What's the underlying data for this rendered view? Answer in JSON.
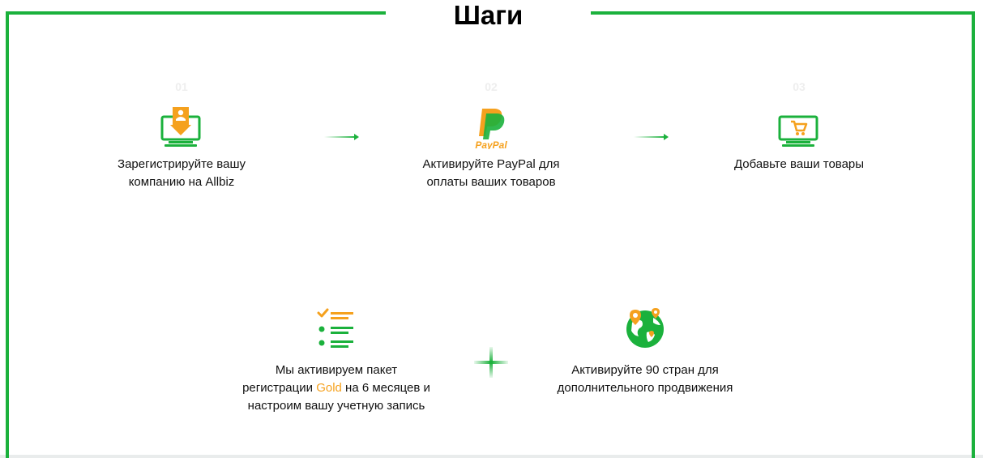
{
  "title": "Шаги",
  "colors": {
    "green": "#1bb13c",
    "orange": "#f5a11e",
    "step_number": "#eeeeee"
  },
  "steps": [
    {
      "number": "01",
      "icon": "monitor-download-icon",
      "lines": [
        "Зарегистрируйте вашу",
        "компанию на Allbiz"
      ]
    },
    {
      "number": "02",
      "icon": "paypal-logo-icon",
      "logo_text": "PayPal",
      "lines": [
        "Активируйте PayPal для",
        "оплаты ваших товаров"
      ]
    },
    {
      "number": "03",
      "icon": "monitor-cart-icon",
      "lines": [
        "Добавьте ваши товары"
      ]
    }
  ],
  "extras": [
    {
      "icon": "checklist-icon",
      "line1": "Мы активируем пакет",
      "line2_before": "регистрации",
      "line2_highlight": "Gold",
      "line2_after": "на 6 месяцев и",
      "line3": "настроим вашу учетную запись"
    },
    {
      "icon": "globe-pins-icon",
      "lines": [
        "Активируйте 90 стран для",
        "дополнительного продвижения"
      ]
    }
  ]
}
